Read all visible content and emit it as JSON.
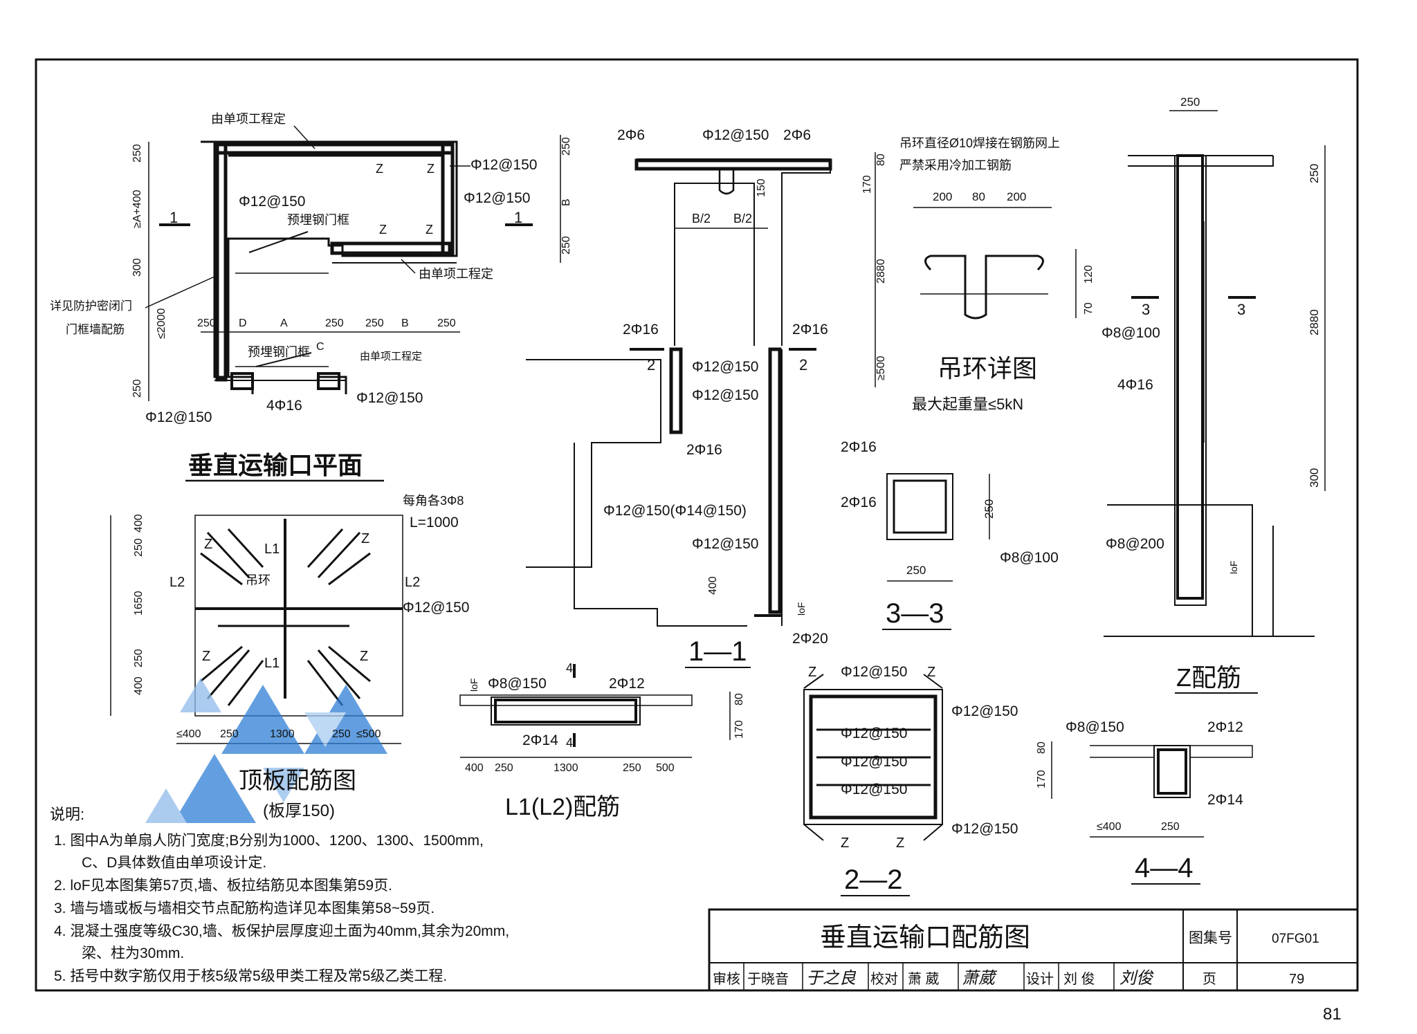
{
  "plan": {
    "title": "垂直运输口平面",
    "by_project": "由单项工程定",
    "by_project_small": "由单项工程定",
    "rebar_a": "Φ12@150",
    "rebar_b": "Φ12@150",
    "rebar_c": "Φ12@150",
    "rebar_d": "Φ12@150",
    "rebar_e": "Φ12@150",
    "bottom_bars": "4Φ16",
    "frame": "预埋钢门框",
    "frame2": "预埋钢门框",
    "note_line1": "详见防护密闭门",
    "note_line2": "门框墙配筋",
    "dim_250a": "250",
    "dim_a400": "≥A+400",
    "dim_300": "300",
    "dim_2000": "≤2000",
    "dim_250b": "250",
    "dim_r250a": "250",
    "dim_rB": "B",
    "dim_r250b": "250",
    "dim_d250a": "250",
    "dim_D": "D",
    "dim_A": "A",
    "dim_d250b": "250",
    "dim_C": "C",
    "dim_d250c": "250",
    "dim_B2": "B",
    "dim_d250d": "250",
    "sec1": "1",
    "sec1b": "1",
    "z1": "Z",
    "z2": "Z",
    "z3": "Z",
    "z4": "Z"
  },
  "section11": {
    "title": "1—1",
    "top_left": "2Φ6",
    "top_mid": "Φ12@150",
    "top_right": "2Φ6",
    "half1": "B/2",
    "half2": "B/2",
    "dim_80": "80",
    "dim_170": "170",
    "dim_150": "150",
    "dim_2880": "2880",
    "dim_500": "≥500",
    "dim_400": "400",
    "dim_loF": "loF",
    "bars_l": "2Φ16",
    "bars_r": "2Φ16",
    "r1": "Φ12@150",
    "r2": "Φ12@150",
    "bars_l2": "2Φ16",
    "r3": "Φ12@150(Φ14@150)",
    "r4": "Φ12@150",
    "bars_bot": "2Φ20",
    "sec2a": "2",
    "sec2b": "2"
  },
  "ring": {
    "note1": "吊环直径Ø10焊接在钢筋网上",
    "note2": "严禁采用冷加工钢筋",
    "d1": "200",
    "d2": "80",
    "d3": "200",
    "d4": "120",
    "d5": "70",
    "title": "吊环详图",
    "capacity": "最大起重量≤5kN"
  },
  "sec33": {
    "title": "3—3",
    "bars_top": "2Φ16",
    "bars_side": "2Φ16",
    "stirrup": "Φ8@100",
    "dim_w": "250",
    "dim_h": "250"
  },
  "zbar": {
    "title": "Z配筋",
    "dim_top": "250",
    "dim_250": "250",
    "dim_2880": "2880",
    "dim_300": "300",
    "s1": "Φ8@100",
    "s2": "4Φ16",
    "s3": "Φ8@200",
    "loF": "loF",
    "sec3a": "3",
    "sec3b": "3"
  },
  "slab": {
    "title": "顶板配筋图",
    "subtitle": "(板厚150)",
    "corner_note1": "每角各3Φ8",
    "corner_note2": "L=1000",
    "rebar": "Φ12@150",
    "ring": "吊环",
    "L1a": "L1",
    "L1b": "L1",
    "L2a": "L2",
    "L2b": "L2",
    "za": "Z",
    "zb": "Z",
    "zc": "Z",
    "zd": "Z",
    "v1": "400",
    "v2": "250",
    "v3": "1650",
    "v4": "250",
    "v5": "400",
    "h1": "≤400",
    "h2": "250",
    "h3": "1300",
    "h4": "250",
    "h5": "≤500"
  },
  "beam": {
    "title": "L1(L2)配筋",
    "stirrup": "Φ8@150",
    "top": "2Φ12",
    "bottom": "2Φ14",
    "loF": "loF",
    "d80": "80",
    "d170": "170",
    "b1": "400",
    "b2": "250",
    "b3": "1300",
    "b4": "250",
    "b5": "500",
    "sec4a": "4",
    "sec4b": "4"
  },
  "sec22": {
    "title": "2—2",
    "top": "Φ12@150",
    "r1": "Φ12@150",
    "r2": "Φ12@150",
    "r3": "Φ12@150",
    "r4": "Φ12@150",
    "r5": "Φ12@150",
    "z1": "Z",
    "z2": "Z",
    "z3": "Z",
    "z4": "Z"
  },
  "sec44": {
    "title": "4—4",
    "stirrup": "Φ8@150",
    "top": "2Φ12",
    "bottom": "2Φ14",
    "d80": "80",
    "d170": "170",
    "w1": "≤400",
    "w2": "250"
  },
  "notes": {
    "heading": "说明:",
    "n1a": "1. 图中A为单扇人防门宽度;B分别为1000、1200、1300、1500mm,",
    "n1b": "C、D具体数值由单项设计定.",
    "n2": "2. loF见本图集第57页,墙、板拉结筋见本图集第59页.",
    "n3": "3. 墙与墙或板与墙相交节点配筋构造详见本图集第58~59页.",
    "n4a": "4. 混凝土强度等级C30,墙、板保护层厚度迎土面为40mm,其余为20mm,",
    "n4b": "梁、柱为30mm.",
    "n5": "5. 括号中数字筋仅用于核5级常5级甲类工程及常5级乙类工程."
  },
  "titleblock": {
    "title": "垂直运输口配筋图",
    "atlas_label": "图集号",
    "atlas_no": "07FG01",
    "review_label": "审核",
    "reviewer": "于晓音",
    "reviewer_sig": "于之良",
    "check_label": "校对",
    "checker": "萧 葳",
    "checker_sig": "萧葳",
    "design_label": "设计",
    "designer": "刘 俊",
    "designer_sig": "刘俊",
    "page_label": "页",
    "page_no": "79"
  },
  "sheet_page": "81"
}
